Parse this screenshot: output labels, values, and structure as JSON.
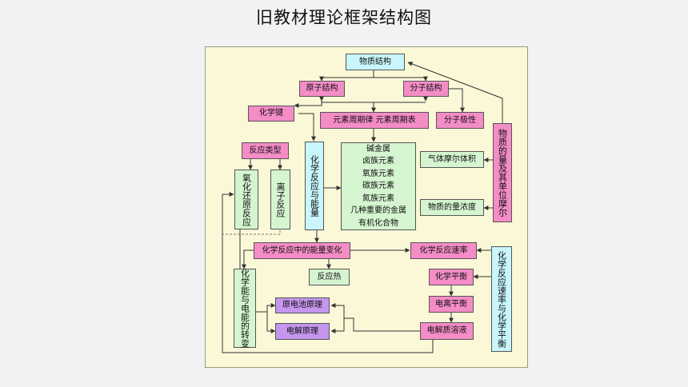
{
  "title": "旧教材理论框架结构图",
  "colors": {
    "pink": "#f48cc6",
    "cyan": "#c8f6fb",
    "green": "#d5f5d0",
    "purple": "#c596ee",
    "panel": "#fbf8d8"
  },
  "nodes": {
    "wuzhijiegou": "物质结构",
    "yuanzijiegou": "原子结构",
    "fenzijiegou": "分子结构",
    "huaxuejian": "化学键",
    "zhouqi": "元素周期律 元素周期表",
    "fenzijixing": "分子极性",
    "fanyingleixing": "反应类型",
    "yanghuahuanyuan": "氧化还原反应",
    "lizifanying": "离子反应",
    "fanyingnengliang": "化学反应与能量",
    "elements": [
      "碱金属",
      "卤族元素",
      "氧族元素",
      "碳族元素",
      "氮族元素",
      "几种重要的金属",
      "有机化合物"
    ],
    "qitimoer": "气体摩尔体积",
    "nongdu": "物质的量浓度",
    "wuzhideliang": "物质的量及其单位摩尔",
    "nengliangbianhua": "化学反应中的能量变化",
    "fanyingsulv": "化学反应速率",
    "sulvpingheng": "化学反应速率与化学平衡",
    "fanyingre": "反应热",
    "pingheng": "化学平衡",
    "nengzhuanbian": "化学能与电能的转变",
    "dianlipingheng": "电离平衡",
    "yuandianchi": "原电池原理",
    "dianjie": "电解原理",
    "dianjiezhi": "电解质溶液"
  }
}
